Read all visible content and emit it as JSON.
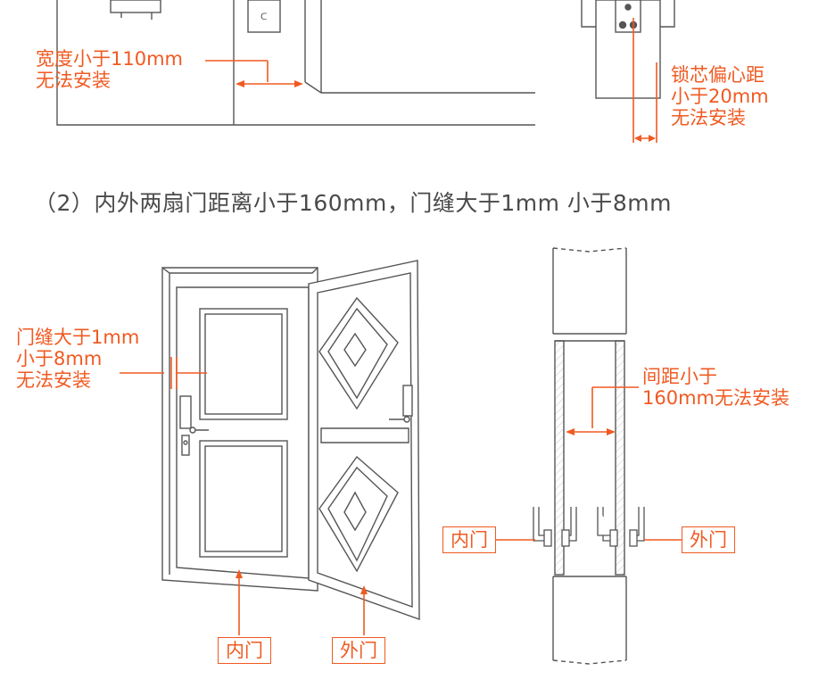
{
  "labels": {
    "width_warning": [
      "宽度小于110mm",
      "无法安装"
    ],
    "offset_warning": [
      "锁芯偏心距",
      "小于20mm",
      "无法安装"
    ],
    "heading": "（2）内外两扇门距离小于160mm，门缝大于1mm 小于8mm",
    "gap_warning": [
      "门缝大于1mm",
      "小于8mm",
      "无法安装"
    ],
    "distance_warning": [
      "间距小于",
      "160mm无法安装"
    ],
    "inner_door": "内门",
    "outer_door": "外门"
  },
  "colors": {
    "accent": "#f05a22",
    "line": "#555555",
    "text": "#4a4a4a"
  }
}
